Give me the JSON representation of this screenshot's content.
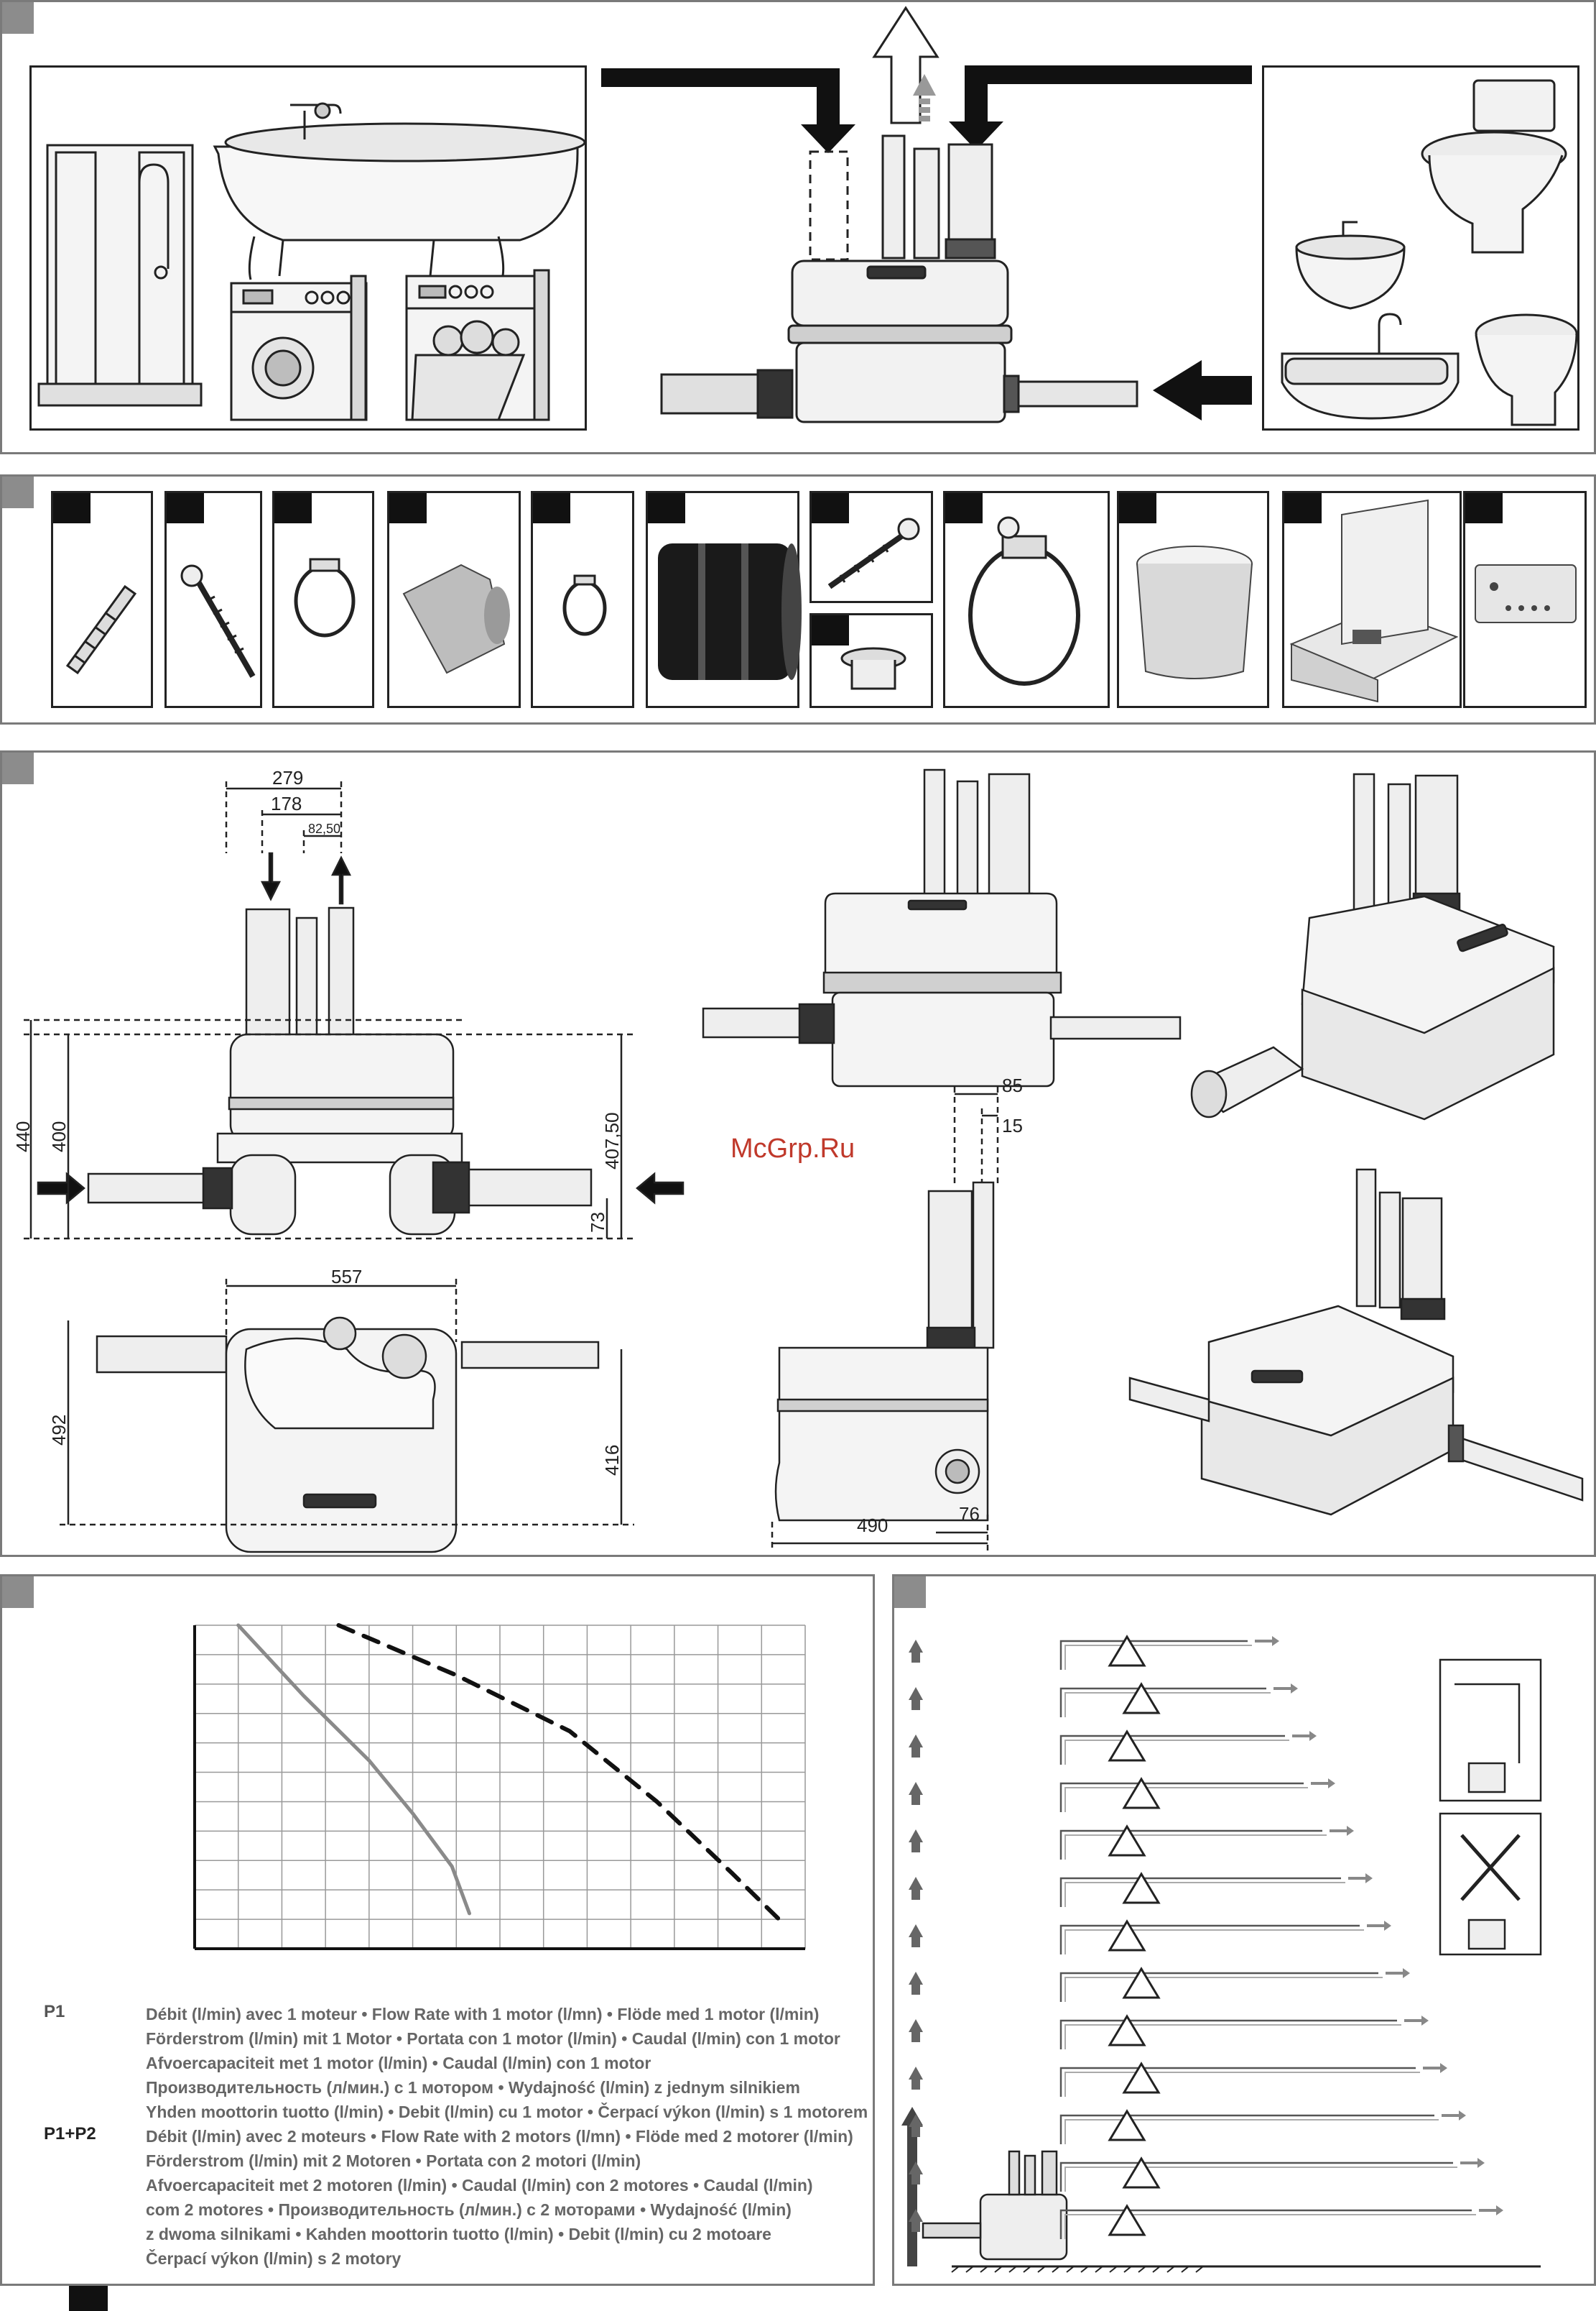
{
  "watermark": "McGrp.Ru",
  "dimensions": {
    "top_width": "279",
    "mid_width": "178",
    "outlet_offset": "82,50",
    "total_height": "440",
    "body_height": "400",
    "right_height": "407,50",
    "inlet_height": "73",
    "plan_width": "557",
    "plan_depth": "492",
    "plan_depth_inner": "416",
    "side_top_1": "85",
    "side_top_2": "15",
    "side_depth": "490",
    "side_inlet": "76"
  },
  "legend": {
    "p1_label": "P1",
    "p1_lines": [
      "Débit (l/min) avec 1 moteur • Flow Rate with 1 motor (l/mn) •  Flöde med 1 motor (l/min)",
      "Förderstrom (l/min) mit 1 Motor • Portata con 1 motor (l/min) • Caudal (l/min) con 1 motor",
      "Afvoercapaciteit met 1 motor (l/min) • Caudal (l/min) con 1 motor",
      "Производительность (л/мин.) с 1 мотором • Wydajność (l/min) z jednym silnikiem",
      "Yhden moottorin tuotto (l/min) • Debit (l/min) cu 1 motor •  Čerpací výkon (l/min) s 1 motorem"
    ],
    "p2_label": "P1+P2",
    "p2_lines": [
      "Débit (l/min) avec 2 moteurs • Flow Rate with 2 motors (l/mn) • Flöde med 2 motorer (l/min)",
      "Förderstrom (l/min) mit 2 Motoren • Portata con 2 motori (l/min)",
      "Afvoercapaciteit met 2 motoren (l/min) • Caudal (l/min) con 2 motores • Caudal (l/min)",
      "com 2 motores • Производительность (л/мин.) с 2 моторами • Wydajność (l/min)",
      "z dwoma silnikami • Kahden moottorin tuotto (l/min) • Debit (l/min) cu 2 motoare",
      "Čerpací výkon (l/min) s 2 motory"
    ]
  },
  "chart_data": {
    "type": "line",
    "title": "",
    "xlabel": "",
    "ylabel": "",
    "grid": true,
    "xlim": [
      0,
      14
    ],
    "ylim": [
      0,
      11
    ],
    "series": [
      {
        "name": "P1",
        "style": "solid",
        "color": "#8a8a8a",
        "x": [
          1.0,
          2.5,
          4.0,
          5.0,
          5.9,
          6.3
        ],
        "y": [
          11.0,
          8.6,
          6.4,
          4.6,
          2.8,
          1.2
        ]
      },
      {
        "name": "P1+P2",
        "style": "dashed",
        "color": "#111111",
        "x": [
          3.3,
          6.0,
          8.6,
          10.6,
          12.3,
          13.4
        ],
        "y": [
          11.0,
          9.3,
          7.4,
          5.0,
          2.6,
          1.0
        ]
      }
    ]
  },
  "colors": {
    "panel_border": "#7a7a7a",
    "corner_tab": "#8c8c8c",
    "ink": "#222222",
    "legend_text": "#666666"
  }
}
